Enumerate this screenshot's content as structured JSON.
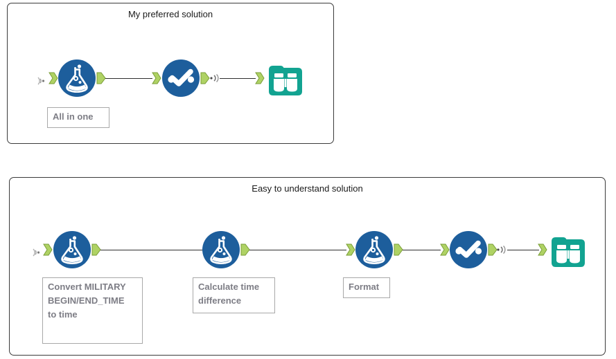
{
  "canvas": {
    "background_color": "#ffffff",
    "tool_blue": "#1D5E9C",
    "tool_teal": "#12A391",
    "anchor_green": "#AFD264",
    "link_color": "#2e2e2e",
    "label_text_color": "#7d7d85",
    "container_border_color": "#3a3a3a"
  },
  "containers": [
    {
      "id": "preferred",
      "title": "My preferred solution",
      "tools": [
        {
          "id": "formula-1",
          "type": "formula-tool",
          "icon": "flask-icon",
          "label": "All in one"
        },
        {
          "id": "select-1",
          "type": "select-tool",
          "icon": "checkmark-icon",
          "label": null
        },
        {
          "id": "browse-1",
          "type": "browse-tool",
          "icon": "binoculars-icon",
          "label": null
        }
      ],
      "comments": [
        {
          "id": "comment-all-in-one",
          "text": "All in one"
        }
      ]
    },
    {
      "id": "easy",
      "title": "Easy to understand solution",
      "tools": [
        {
          "id": "formula-2",
          "type": "formula-tool",
          "icon": "flask-icon",
          "label": "Convert MILITARY BEGIN/END_TIME to time"
        },
        {
          "id": "formula-3",
          "type": "formula-tool",
          "icon": "flask-icon",
          "label": "Calculate time difference"
        },
        {
          "id": "formula-4",
          "type": "formula-tool",
          "icon": "flask-icon",
          "label": "Format"
        },
        {
          "id": "select-2",
          "type": "select-tool",
          "icon": "checkmark-icon",
          "label": null
        },
        {
          "id": "browse-2",
          "type": "browse-tool",
          "icon": "binoculars-icon",
          "label": null
        }
      ],
      "comments": [
        {
          "id": "comment-convert",
          "text": "Convert MILITARY\nBEGIN/END_TIME\nto time"
        },
        {
          "id": "comment-calculate",
          "text": "Calculate time\ndifference"
        },
        {
          "id": "comment-format",
          "text": "Format"
        }
      ]
    }
  ]
}
